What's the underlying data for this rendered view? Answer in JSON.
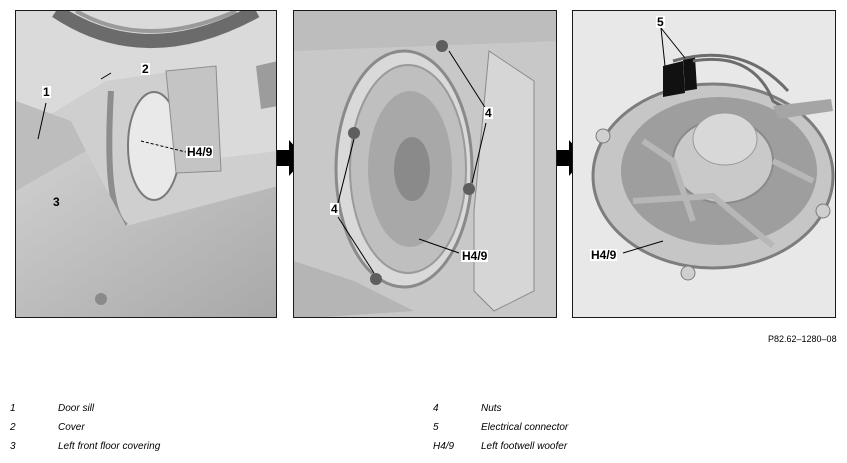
{
  "figure_ref": "P82.62–1280–08",
  "callouts": {
    "p1_1": "1",
    "p1_2": "2",
    "p1_3": "3",
    "p1_h49": "H4/9",
    "p2_4a": "4",
    "p2_4b": "4",
    "p2_h49": "H4/9",
    "p3_5": "5",
    "p3_h49": "H4/9"
  },
  "legend": {
    "left": [
      {
        "num": "1",
        "text": "Door sill"
      },
      {
        "num": "2",
        "text": "Cover"
      },
      {
        "num": "3",
        "text": "Left front floor covering"
      }
    ],
    "right": [
      {
        "num": "4",
        "text": "Nuts"
      },
      {
        "num": "5",
        "text": "Electrical connector"
      },
      {
        "num": "H4/9",
        "text": "Left footwell woofer"
      }
    ]
  }
}
